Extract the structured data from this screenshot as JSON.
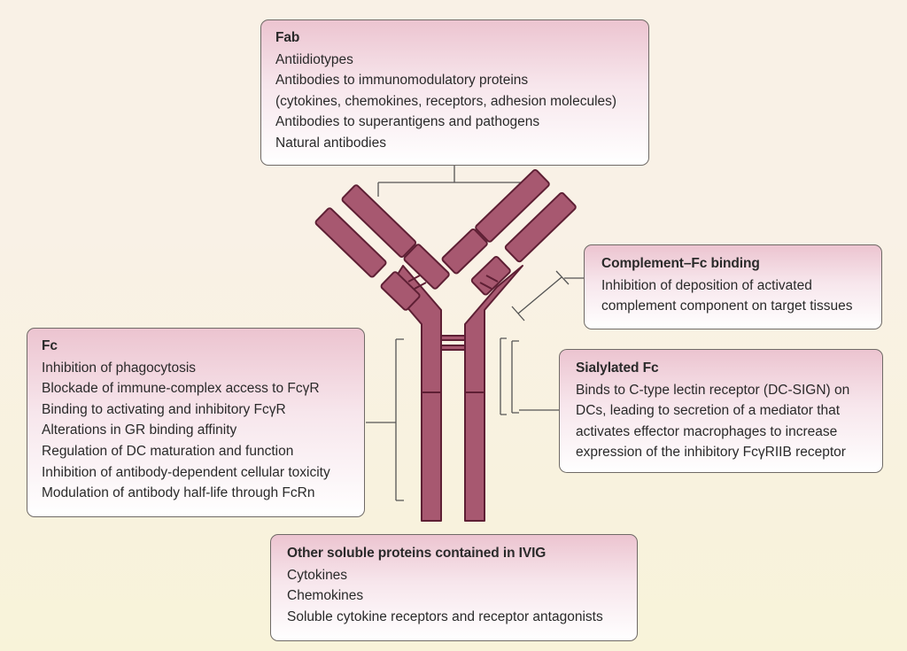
{
  "colors": {
    "antibody_fill": "#a75870",
    "antibody_stroke": "#5e1f34",
    "box_gradient_top": "#ecc4d0",
    "connector": "#545454",
    "background": "#f9f1e6"
  },
  "fab": {
    "title": "Fab",
    "items": [
      "Antiidiotypes",
      "Antibodies to immunomodulatory proteins",
      "(cytokines, chemokines, receptors, adhesion molecules)",
      "Antibodies to superantigens and pathogens",
      "Natural antibodies"
    ]
  },
  "complement": {
    "title": "Complement–Fc binding",
    "items": [
      "Inhibition of deposition of activated",
      "complement component on target tissues"
    ]
  },
  "fc": {
    "title": "Fc",
    "items": [
      "Inhibition of phagocytosis",
      "Blockade of immune-complex access to FcγR",
      "Binding to activating and inhibitory FcγR",
      "Alterations in GR binding affinity",
      "Regulation of DC maturation and function",
      "Inhibition of antibody-dependent cellular toxicity",
      "Modulation of antibody half-life through FcRn"
    ]
  },
  "sialylated": {
    "title": "Sialylated Fc",
    "items": [
      "Binds to C-type lectin receptor (DC-SIGN) on",
      "DCs, leading to secretion of a mediator that",
      "activates effector macrophages to increase",
      "expression of the inhibitory FcγRIIB receptor"
    ]
  },
  "soluble": {
    "title": "Other soluble proteins contained in IVIG",
    "items": [
      "Cytokines",
      "Chemokines",
      "Soluble cytokine receptors and receptor antagonists"
    ]
  }
}
